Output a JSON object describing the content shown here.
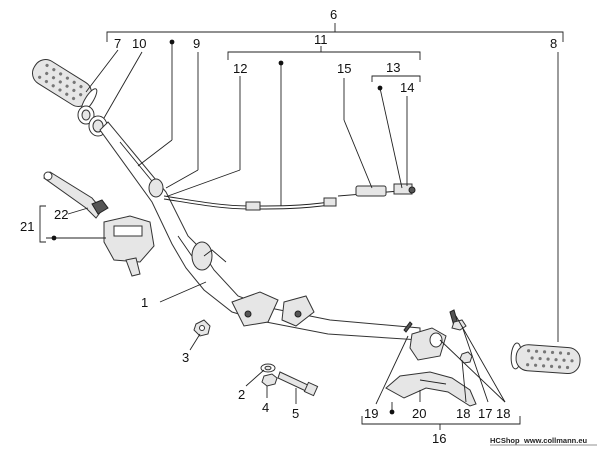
{
  "callouts": {
    "c1": "1",
    "c2": "2",
    "c3": "3",
    "c4": "4",
    "c5": "5",
    "c6": "6",
    "c7": "7",
    "c8": "8",
    "c9": "9",
    "c10": "10",
    "c11": "11",
    "c12": "12",
    "c13": "13",
    "c14": "14",
    "c15": "15",
    "c16": "16",
    "c17": "17",
    "c18a": "18",
    "c18b": "18",
    "c19": "19",
    "c20": "20",
    "c21": "21",
    "c22": "22"
  },
  "credit": {
    "shop": "HCShop",
    "site": "www.collmann.eu"
  },
  "icons": {
    "grip": "grip-icon",
    "bullet": "bullet-dot-icon"
  }
}
